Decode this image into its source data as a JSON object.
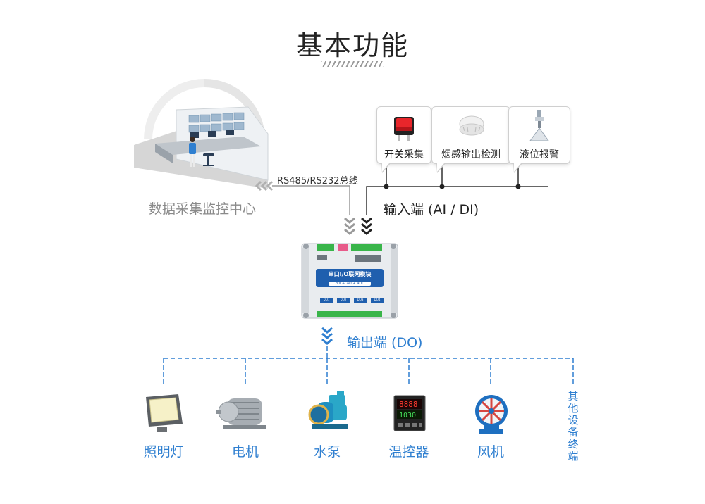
{
  "title": "基本功能",
  "center": {
    "label": "数据采集监控中心"
  },
  "bus": {
    "label": "RS485/RS232总线"
  },
  "inputs": {
    "label": "输入端 (AI / DI)",
    "items": [
      {
        "label": "开关采集",
        "icon": "rocker-switch-icon"
      },
      {
        "label": "烟感输出检测",
        "icon": "smoke-detector-icon"
      },
      {
        "label": "液位报警",
        "icon": "level-sensor-icon"
      }
    ]
  },
  "module": {
    "name": "串口I/O联网模块",
    "spec": "2DI + 2AI + 4DO",
    "port_labels": [
      "DO1",
      "DO2",
      "DO3",
      "DO4"
    ]
  },
  "outputs": {
    "label": "输出端 (DO)",
    "items": [
      {
        "label": "照明灯",
        "icon": "floodlight-icon"
      },
      {
        "label": "电机",
        "icon": "motor-icon"
      },
      {
        "label": "水泵",
        "icon": "water-pump-icon"
      },
      {
        "label": "温控器",
        "icon": "temperature-controller-icon"
      },
      {
        "label": "风机",
        "icon": "axial-fan-icon"
      }
    ],
    "other": "其他设备终端"
  },
  "colors": {
    "accent": "#2f7fd0",
    "line": "#333333",
    "gray_arrow": "#9a9a9a",
    "red": "#d43a3a"
  }
}
